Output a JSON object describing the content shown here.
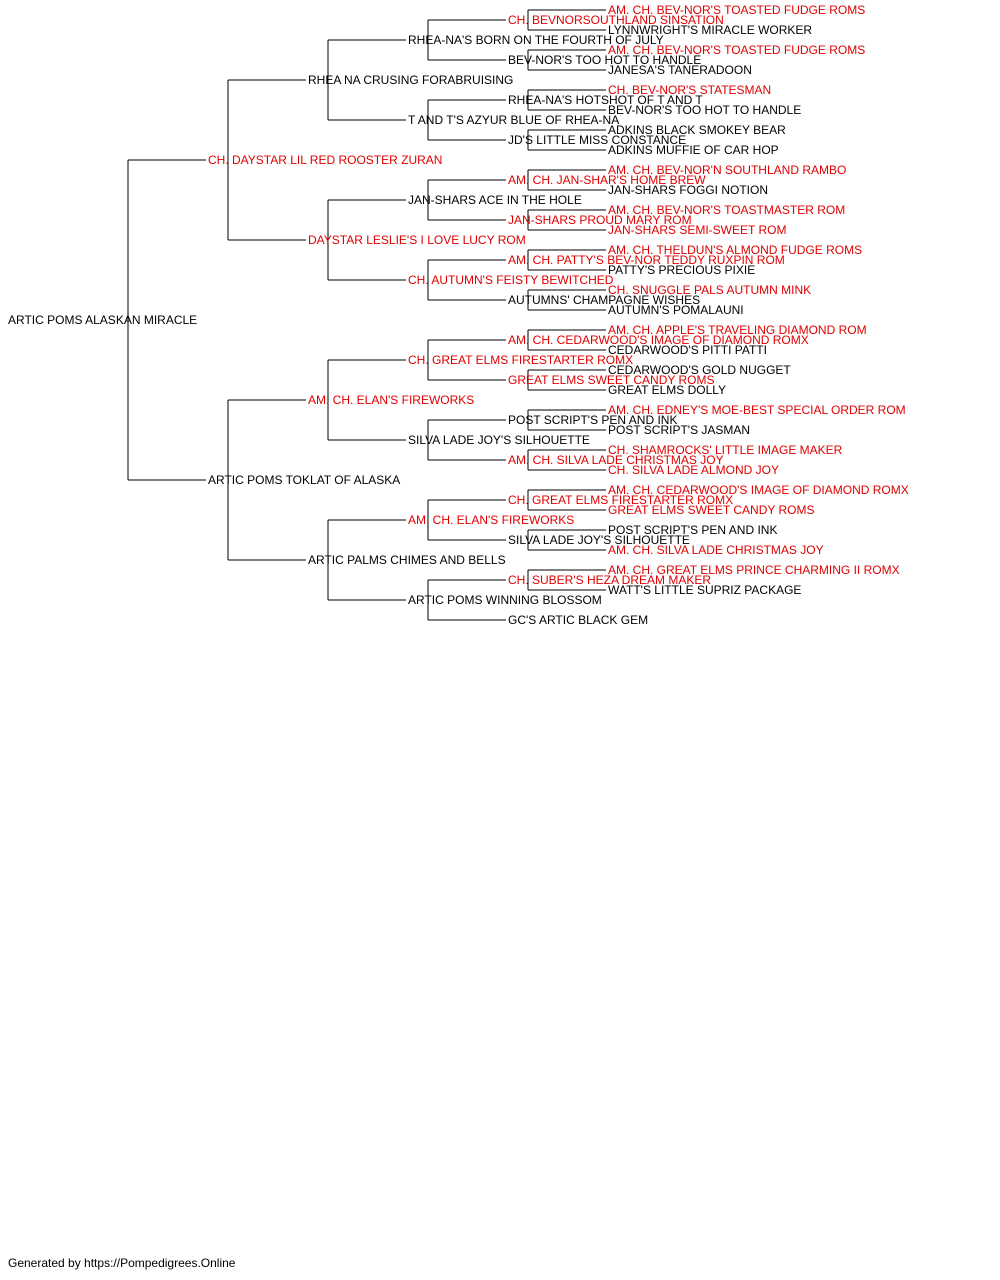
{
  "colors": {
    "champion": "#e00000",
    "normal": "#000000",
    "line": "#000000"
  },
  "pedigree": {
    "name": "ARTIC POMS ALASKAN MIRACLE",
    "champion": false,
    "sire": {
      "name": "CH. DAYSTAR LIL RED ROOSTER ZURAN",
      "champion": true,
      "sire": {
        "name": "RHEA NA CRUSING FORABRUISING",
        "champion": false,
        "sire": {
          "name": "RHEA-NA'S BORN ON THE FOURTH OF JULY",
          "champion": false,
          "sire": {
            "name": "CH. BEVNORSOUTHLAND SINSATION",
            "champion": true,
            "sire": {
              "name": "AM. CH. BEV-NOR'S TOASTED FUDGE ROMS",
              "champion": true
            },
            "dam": {
              "name": "LYNNWRIGHT'S MIRACLE WORKER",
              "champion": false
            }
          },
          "dam": {
            "name": "BEV-NOR'S TOO HOT TO HANDLE",
            "champion": false,
            "sire": {
              "name": "AM. CH. BEV-NOR'S TOASTED FUDGE ROMS",
              "champion": true
            },
            "dam": {
              "name": "JANESA'S TANERADOON",
              "champion": false
            }
          }
        },
        "dam": {
          "name": "T AND T'S AZYUR BLUE OF RHEA-NA",
          "champion": false,
          "sire": {
            "name": "RHEA-NA'S HOTSHOT OF T AND T",
            "champion": false,
            "sire": {
              "name": "CH. BEV-NOR'S STATESMAN",
              "champion": true
            },
            "dam": {
              "name": "BEV-NOR'S TOO HOT TO HANDLE",
              "champion": false
            }
          },
          "dam": {
            "name": "JD'S LITTLE MISS CONSTANCE",
            "champion": false,
            "sire": {
              "name": "ADKINS BLACK SMOKEY BEAR",
              "champion": false
            },
            "dam": {
              "name": "ADKINS MUFFIE OF CAR HOP",
              "champion": false
            }
          }
        }
      },
      "dam": {
        "name": "DAYSTAR LESLIE'S I LOVE LUCY ROM",
        "champion": true,
        "sire": {
          "name": "JAN-SHARS ACE IN THE HOLE",
          "champion": false,
          "sire": {
            "name": "AM. CH. JAN-SHAR'S HOME BREW",
            "champion": true,
            "sire": {
              "name": "AM. CH. BEV-NOR'N SOUTHLAND RAMBO",
              "champion": true
            },
            "dam": {
              "name": "JAN-SHARS FOGGI NOTION",
              "champion": false
            }
          },
          "dam": {
            "name": "JAN-SHARS PROUD MARY ROM",
            "champion": true,
            "sire": {
              "name": "AM. CH. BEV-NOR'S TOASTMASTER ROM",
              "champion": true
            },
            "dam": {
              "name": "JAN-SHARS SEMI-SWEET ROM",
              "champion": true
            }
          }
        },
        "dam": {
          "name": "CH. AUTUMN'S FEISTY BEWITCHED",
          "champion": true,
          "sire": {
            "name": "AM. CH. PATTY'S BEV-NOR TEDDY RUXPIN ROM",
            "champion": true,
            "sire": {
              "name": "AM. CH. THELDUN'S ALMOND FUDGE ROMS",
              "champion": true
            },
            "dam": {
              "name": "PATTY'S PRECIOUS PIXIE",
              "champion": false
            }
          },
          "dam": {
            "name": "AUTUMNS' CHAMPAGNE WISHES",
            "champion": false,
            "sire": {
              "name": "CH. SNUGGLE PALS AUTUMN MINK",
              "champion": true
            },
            "dam": {
              "name": "AUTUMN'S POMALAUNI",
              "champion": false
            }
          }
        }
      }
    },
    "dam": {
      "name": "ARTIC POMS TOKLAT OF ALASKA",
      "champion": false,
      "sire": {
        "name": "AM. CH. ELAN'S FIREWORKS",
        "champion": true,
        "sire": {
          "name": "CH. GREAT ELMS FIRESTARTER ROMX",
          "champion": true,
          "sire": {
            "name": "AM. CH. CEDARWOOD'S IMAGE OF DIAMOND ROMX",
            "champion": true,
            "sire": {
              "name": "AM. CH. APPLE'S TRAVELING DIAMOND ROM",
              "champion": true
            },
            "dam": {
              "name": "CEDARWOOD'S PITTI PATTI",
              "champion": false
            }
          },
          "dam": {
            "name": "GREAT ELMS SWEET CANDY ROMS",
            "champion": true,
            "sire": {
              "name": "CEDARWOOD'S GOLD NUGGET",
              "champion": false
            },
            "dam": {
              "name": "GREAT ELMS DOLLY",
              "champion": false
            }
          }
        },
        "dam": {
          "name": "SILVA LADE JOY'S SILHOUETTE",
          "champion": false,
          "sire": {
            "name": "POST SCRIPT'S PEN AND INK",
            "champion": false,
            "sire": {
              "name": "AM. CH. EDNEY'S MOE-BEST SPECIAL ORDER ROM",
              "champion": true
            },
            "dam": {
              "name": "POST SCRIPT'S JASMAN",
              "champion": false
            }
          },
          "dam": {
            "name": "AM. CH. SILVA LADE CHRISTMAS JOY",
            "champion": true,
            "sire": {
              "name": "CH. SHAMROCKS' LITTLE IMAGE MAKER",
              "champion": true
            },
            "dam": {
              "name": "CH. SILVA LADE ALMOND JOY",
              "champion": true
            }
          }
        }
      },
      "dam": {
        "name": "ARTIC PALMS CHIMES AND BELLS",
        "champion": false,
        "sire": {
          "name": "AM. CH. ELAN'S FIREWORKS",
          "champion": true,
          "sire": {
            "name": "CH. GREAT ELMS FIRESTARTER ROMX",
            "champion": true,
            "sire": {
              "name": "AM. CH. CEDARWOOD'S IMAGE OF DIAMOND ROMX",
              "champion": true
            },
            "dam": {
              "name": "GREAT ELMS SWEET CANDY ROMS",
              "champion": true
            }
          },
          "dam": {
            "name": "SILVA LADE JOY'S SILHOUETTE",
            "champion": false,
            "sire": {
              "name": "POST SCRIPT'S PEN AND INK",
              "champion": false
            },
            "dam": {
              "name": "AM. CH. SILVA LADE CHRISTMAS JOY",
              "champion": true
            }
          }
        },
        "dam": {
          "name": "ARTIC POMS WINNING BLOSSOM",
          "champion": false,
          "sire": {
            "name": "CH. SUBER'S HEZA DREAM MAKER",
            "champion": true,
            "sire": {
              "name": "AM. CH. GREAT ELMS PRINCE CHARMING II ROMX",
              "champion": true
            },
            "dam": {
              "name": "WATT'S LITTLE SUPRIZ PACKAGE",
              "champion": false
            }
          },
          "dam": {
            "name": "GC'S ARTIC BLACK GEM",
            "champion": false
          }
        }
      }
    }
  },
  "footer": {
    "text": "Generated by https://Pompedigrees.Online"
  }
}
